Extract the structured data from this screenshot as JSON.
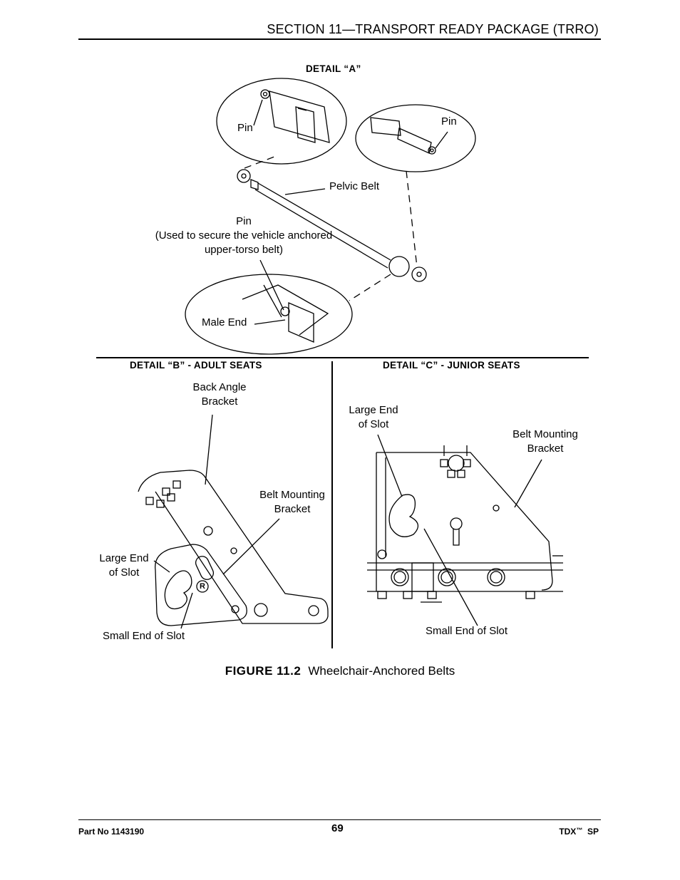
{
  "header": {
    "section_title": "SECTION 11—TRANSPORT READY PACKAGE (TRRO)"
  },
  "detail_a": {
    "title": "DETAIL “A”",
    "pin_left": "Pin",
    "pin_right": "Pin",
    "pelvic_belt": "Pelvic Belt",
    "pin_center": "Pin",
    "pin_note_line1": "(Used to secure the vehicle anchored",
    "pin_note_line2": "upper-torso belt)",
    "male_end": "Male End"
  },
  "detail_b": {
    "title": "DETAIL “B” - ADULT SEATS",
    "back_angle_bracket_line1": "Back Angle",
    "back_angle_bracket_line2": "Bracket",
    "belt_mounting_bracket_line1": "Belt Mounting",
    "belt_mounting_bracket_line2": "Bracket",
    "large_end_line1": "Large End",
    "large_end_line2": "of Slot",
    "small_end": "Small End of Slot",
    "registered_mark": "R"
  },
  "detail_c": {
    "title": "DETAIL “C” - JUNIOR SEATS",
    "large_end_line1": "Large End",
    "large_end_line2": "of Slot",
    "belt_mounting_bracket_line1": "Belt Mounting",
    "belt_mounting_bracket_line2": "Bracket",
    "small_end": "Small End of Slot"
  },
  "figure": {
    "number": "FIGURE 11.2",
    "title": "Wheelchair-Anchored Belts"
  },
  "footer": {
    "part_no": "Part No 1143190",
    "page_number": "69",
    "product": "TDX",
    "trademark": "™",
    "product_suffix": "SP"
  }
}
